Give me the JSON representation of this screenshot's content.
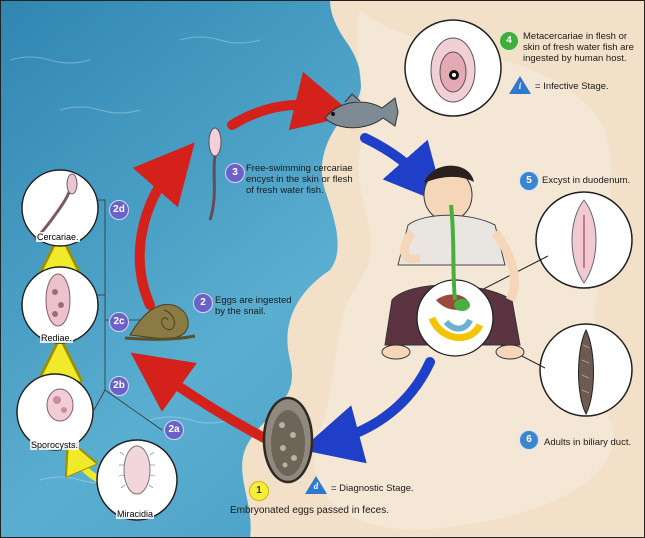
{
  "steps": {
    "s1": {
      "num": "1",
      "text": "Embryonated eggs passed in feces."
    },
    "s2": {
      "num": "2",
      "line1": "Eggs are ingested",
      "line2": "by the snail."
    },
    "s2a": {
      "num": "2a",
      "label": "Miracidia"
    },
    "s2b": {
      "num": "2b",
      "label": "Sporocysts."
    },
    "s2c": {
      "num": "2c",
      "label": "Rediae."
    },
    "s2d": {
      "num": "2d",
      "label": "Cercariae."
    },
    "s3": {
      "num": "3",
      "line1": "Free-swimming cercariae",
      "line2": "encyst in the skin or flesh",
      "line3": "of fresh water fish."
    },
    "s4": {
      "num": "4",
      "line1": "Metacercariae in flesh or",
      "line2": "skin of fresh water fish are",
      "line3": "ingested by human host."
    },
    "s5": {
      "num": "5",
      "text": "Excyst in duodenum."
    },
    "s6": {
      "num": "6",
      "text": "Adults in biliary duct."
    }
  },
  "legend": {
    "infective": {
      "symbol": "i",
      "text": "= Infective Stage."
    },
    "diagnostic": {
      "symbol": "d",
      "text": "= Diagnostic Stage."
    }
  },
  "colors": {
    "water": "#4a9cc0",
    "sand": "#f3e3cf",
    "red_arrow": "#d4211b",
    "blue_arrow": "#1f3fc8",
    "yellow_arrow": "#f0ea2a",
    "purple_badge": "#6b62c8",
    "blue_badge": "#3c86cf",
    "green_badge": "#3fae3a",
    "yellow_badge": "#f7ee3a"
  }
}
